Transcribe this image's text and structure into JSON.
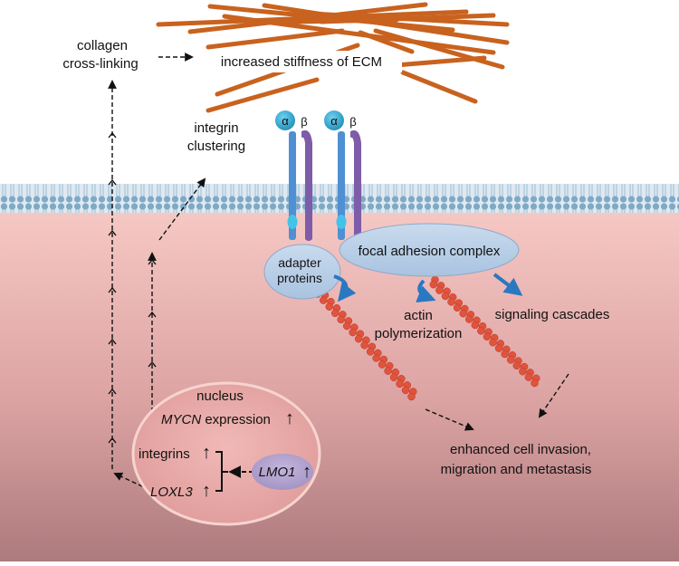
{
  "labels": {
    "collagen_line1": "collagen",
    "collagen_line2": "cross-linking",
    "ecm_stiffness": "increased stiffness of ECM",
    "integrin_line1": "integrin",
    "integrin_line2": "clustering",
    "alpha": "α",
    "beta": "β",
    "adapter_line1": "adapter",
    "adapter_line2": "proteins",
    "focal_adhesion": "focal adhesion complex",
    "actin_line1": "actin",
    "actin_line2": "polymerization",
    "signaling": "signaling cascades",
    "outcome_line1": "enhanced cell invasion,",
    "outcome_line2": "migration and metastasis",
    "nucleus": "nucleus",
    "mycn": "MYCN",
    "expression": " expression",
    "integrins": "integrins",
    "loxl3": "LOXL3",
    "lmo1": "LMO1",
    "up_arrow": "↑"
  },
  "colors": {
    "collagen_fiber": "#c8621e",
    "membrane": "#8fb6cf",
    "cytoplasm_top": "#f6c6c2",
    "cytoplasm_bottom": "#b27c7f",
    "integrin_alpha": "#4f8fd3",
    "integrin_beta": "#7e5ca8",
    "integrin_head": "#2a9fc4",
    "adhesion_ellipse": "#b8cfe6",
    "adhesion_stroke": "#8fa9c9",
    "curved_arrow": "#2a78c1",
    "actin": "#e0533c",
    "nucleus_fill": "#e8a8a6",
    "nucleus_stroke": "#f4d0cc",
    "lmo1_fill": "#b1a1cc"
  }
}
